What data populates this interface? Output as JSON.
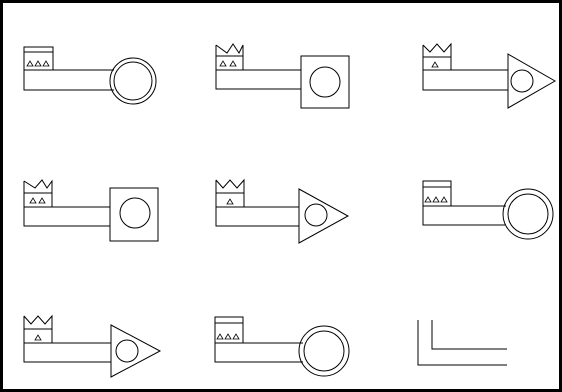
{
  "puzzle": {
    "layout": {
      "rows": 3,
      "cols": 3
    },
    "cells": [
      {
        "row": 1,
        "col": 1,
        "handle": "flat",
        "teeth": 3,
        "head": "circle-ring"
      },
      {
        "row": 1,
        "col": 2,
        "handle": "crown-v",
        "teeth": 2,
        "head": "circle-in-square"
      },
      {
        "row": 1,
        "col": 3,
        "handle": "crown-w",
        "teeth": 1,
        "head": "circle-in-triangle"
      },
      {
        "row": 2,
        "col": 1,
        "handle": "crown-v",
        "teeth": 2,
        "head": "circle-in-square"
      },
      {
        "row": 2,
        "col": 2,
        "handle": "crown-w",
        "teeth": 1,
        "head": "circle-in-triangle"
      },
      {
        "row": 2,
        "col": 3,
        "handle": "flat",
        "teeth": 3,
        "head": "circle-ring"
      },
      {
        "row": 3,
        "col": 1,
        "handle": "crown-w",
        "teeth": 1,
        "head": "circle-in-triangle"
      },
      {
        "row": 3,
        "col": 2,
        "handle": "flat",
        "teeth": 3,
        "head": "circle-ring"
      },
      {
        "row": 3,
        "col": 3,
        "handle": "none",
        "teeth": 0,
        "head": "missing-partial"
      }
    ]
  }
}
